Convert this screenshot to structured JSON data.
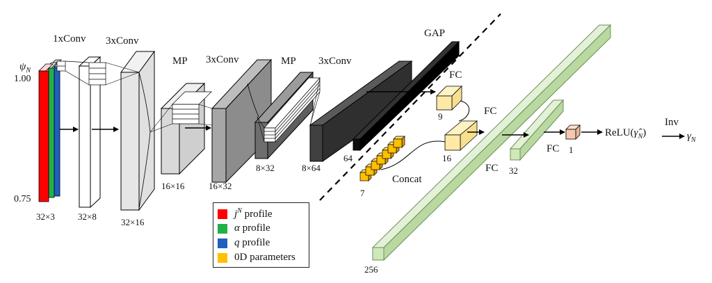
{
  "diagram": {
    "y_axis": {
      "symbol_main": "ψ",
      "symbol_sub": "N",
      "top": "1.00",
      "bottom": "0.75"
    },
    "block_labels": {
      "conv1": "1xConv",
      "conv3a": "3xConv",
      "mp1": "MP",
      "conv3b": "3xConv",
      "mp2": "MP",
      "conv3c": "3xConv",
      "gap": "GAP",
      "fc_a": "FC",
      "fc_b": "FC",
      "fc_c": "FC",
      "fc_d": "FC",
      "concat": "Concat",
      "inv": "Inv"
    },
    "dims": {
      "input": "32×3",
      "conv1": "32×8",
      "conv3a": "32×16",
      "mp1": "16×16",
      "conv3b": "16×32",
      "mp2": "8×32",
      "conv3c": "8×64",
      "gap": "64",
      "fc9": "9",
      "fc16": "16",
      "zero_d": "7",
      "fc256": "256",
      "fc32": "32",
      "fc1": "1"
    },
    "output": {
      "relu_prefix": "ReLU(",
      "relu_var": "γ̂",
      "relu_sub": "N",
      "relu_suffix": ")",
      "gamma": "γ",
      "gamma_sub": "N"
    }
  },
  "legend": {
    "items": [
      {
        "label_prefix": "j",
        "label_sup": "N",
        "label_suffix": " profile",
        "color": "#ff0000"
      },
      {
        "label_prefix": "α",
        "label_sup": "",
        "label_suffix": " profile",
        "color": "#22b04b"
      },
      {
        "label_prefix": "q",
        "label_sup": "",
        "label_suffix": " profile",
        "color": "#1f5fbf"
      },
      {
        "label_prefix": "0D parameters",
        "label_sup": "",
        "label_suffix": "",
        "color": "#ffc000"
      }
    ]
  },
  "colors": {
    "red": "#ff0000",
    "green": "#22b04b",
    "blue": "#1f5fbf",
    "gold": "#ffc000",
    "light_yellow": "#ffe9a6",
    "pale_green": "#cfe8b9",
    "peach": "#f6c9ae",
    "light_gray": "#d9d9d9",
    "mid_gray": "#a6a6a6",
    "dark_gray": "#6e6e6e",
    "charcoal": "#404040",
    "black": "#0d0d0d"
  }
}
